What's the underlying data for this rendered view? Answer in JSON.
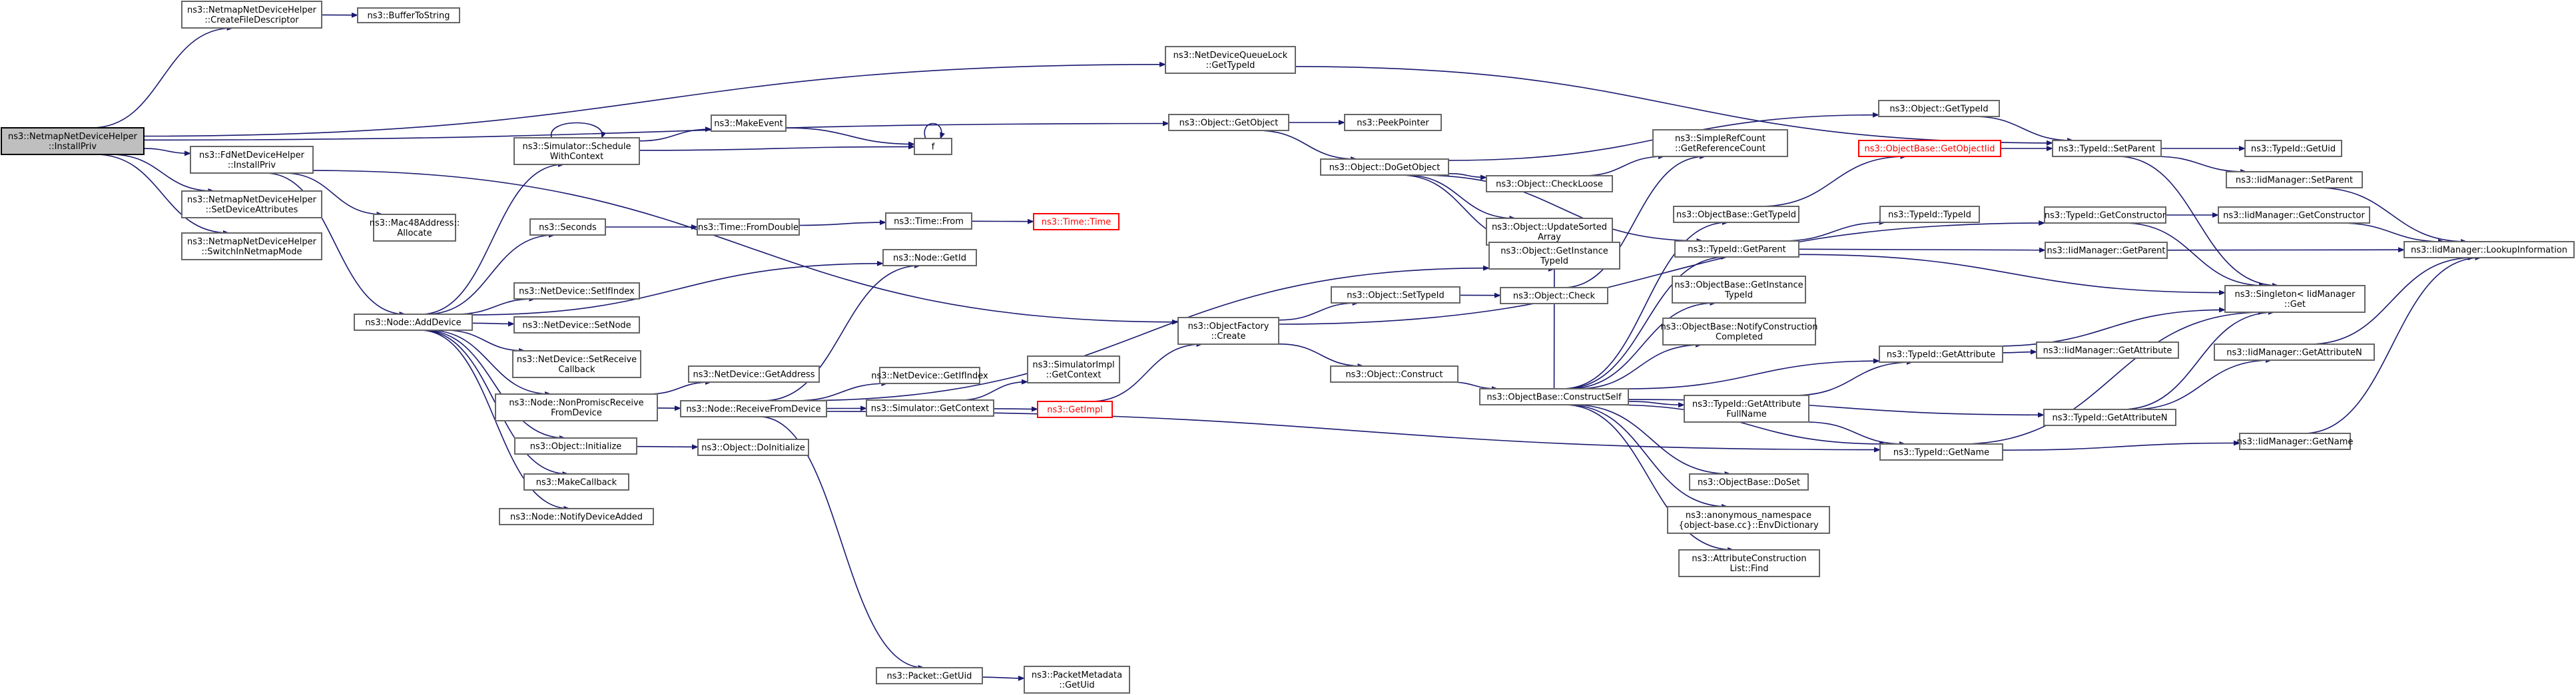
{
  "colors": {
    "edge": "#191970",
    "node_border": "#666666",
    "root_fill": "#bfbfbf",
    "incomplete_border": "#ff0000"
  },
  "nodes": [
    {
      "id": "root",
      "lines": [
        "ns3::NetmapNetDeviceHelper",
        "::InstallPriv"
      ],
      "style": "root"
    },
    {
      "id": "createfd",
      "lines": [
        "ns3::NetmapNetDeviceHelper",
        "::CreateFileDescriptor"
      ]
    },
    {
      "id": "buf2str",
      "lines": [
        "ns3::BufferToString"
      ]
    },
    {
      "id": "fdinstall",
      "lines": [
        "ns3::FdNetDeviceHelper",
        "::InstallPriv"
      ]
    },
    {
      "id": "setdevattr",
      "lines": [
        "ns3::NetmapNetDeviceHelper",
        "::SetDeviceAttributes"
      ]
    },
    {
      "id": "switchnm",
      "lines": [
        "ns3::NetmapNetDeviceHelper",
        "::SwitchInNetmapMode"
      ]
    },
    {
      "id": "mac48",
      "lines": [
        "ns3::Mac48Address::",
        "Allocate"
      ]
    },
    {
      "id": "adddev",
      "lines": [
        "ns3::Node::AddDevice"
      ]
    },
    {
      "id": "schedctx",
      "lines": [
        "ns3::Simulator::Schedule",
        "WithContext"
      ]
    },
    {
      "id": "makeevent",
      "lines": [
        "ns3::MakeEvent"
      ]
    },
    {
      "id": "f",
      "lines": [
        "f"
      ]
    },
    {
      "id": "seconds",
      "lines": [
        "ns3::Seconds"
      ]
    },
    {
      "id": "fromdouble",
      "lines": [
        "ns3::Time::FromDouble"
      ]
    },
    {
      "id": "timefrom",
      "lines": [
        "ns3::Time::From"
      ]
    },
    {
      "id": "timetime",
      "lines": [
        "ns3::Time::Time"
      ],
      "style": "red"
    },
    {
      "id": "getid",
      "lines": [
        "ns3::Node::GetId"
      ]
    },
    {
      "id": "setifidx",
      "lines": [
        "ns3::NetDevice::SetIfIndex"
      ]
    },
    {
      "id": "setnode",
      "lines": [
        "ns3::NetDevice::SetNode"
      ]
    },
    {
      "id": "setrecv",
      "lines": [
        "ns3::NetDevice::SetReceive",
        "Callback"
      ]
    },
    {
      "id": "nonprom",
      "lines": [
        "ns3::Node::NonPromiscReceive",
        "FromDevice"
      ]
    },
    {
      "id": "recvfrom",
      "lines": [
        "ns3::Node::ReceiveFromDevice"
      ]
    },
    {
      "id": "getaddr",
      "lines": [
        "ns3::NetDevice::GetAddress"
      ]
    },
    {
      "id": "getifidx",
      "lines": [
        "ns3::NetDevice::GetIfIndex"
      ]
    },
    {
      "id": "simctx",
      "lines": [
        "ns3::Simulator::GetContext"
      ]
    },
    {
      "id": "implctx",
      "lines": [
        "ns3::SimulatorImpl",
        "::GetContext"
      ]
    },
    {
      "id": "getimpl",
      "lines": [
        "ns3::GetImpl"
      ],
      "style": "red"
    },
    {
      "id": "objinit",
      "lines": [
        "ns3::Object::Initialize"
      ]
    },
    {
      "id": "doinit",
      "lines": [
        "ns3::Object::DoInitialize"
      ]
    },
    {
      "id": "makecb",
      "lines": [
        "ns3::MakeCallback"
      ]
    },
    {
      "id": "notifyadded",
      "lines": [
        "ns3::Node::NotifyDeviceAdded"
      ]
    },
    {
      "id": "pktgetuid",
      "lines": [
        "ns3::Packet::GetUid"
      ]
    },
    {
      "id": "pmdgetuid",
      "lines": [
        "ns3::PacketMetadata",
        "::GetUid"
      ]
    },
    {
      "id": "ndqlock",
      "lines": [
        "ns3::NetDeviceQueueLock",
        "::GetTypeId"
      ]
    },
    {
      "id": "getobject",
      "lines": [
        "ns3::Object::GetObject"
      ]
    },
    {
      "id": "peekptr",
      "lines": [
        "ns3::PeekPointer"
      ]
    },
    {
      "id": "dogetobj",
      "lines": [
        "ns3::Object::DoGetObject"
      ]
    },
    {
      "id": "objgettid",
      "lines": [
        "ns3::Object::GetTypeId"
      ]
    },
    {
      "id": "checkloose",
      "lines": [
        "ns3::Object::CheckLoose"
      ]
    },
    {
      "id": "srcount",
      "lines": [
        "ns3::SimpleRefCount",
        "::GetReferenceCount"
      ]
    },
    {
      "id": "updsorted",
      "lines": [
        "ns3::Object::UpdateSorted",
        "Array"
      ]
    },
    {
      "id": "getinsttid",
      "lines": [
        "ns3::Object::GetInstance",
        "TypeId"
      ]
    },
    {
      "id": "objfactory",
      "lines": [
        "ns3::ObjectFactory",
        "::Create"
      ]
    },
    {
      "id": "settid",
      "lines": [
        "ns3::Object::SetTypeId"
      ]
    },
    {
      "id": "objcheck",
      "lines": [
        "ns3::Object::Check"
      ]
    },
    {
      "id": "construct",
      "lines": [
        "ns3::Object::Construct"
      ]
    },
    {
      "id": "constructself",
      "lines": [
        "ns3::ObjectBase::ConstructSelf"
      ]
    },
    {
      "id": "obgettid",
      "lines": [
        "ns3::ObjectBase::GetTypeId"
      ]
    },
    {
      "id": "obgetobjtid",
      "lines": [
        "ns3::ObjectBase::GetObjectIid"
      ],
      "style": "red"
    },
    {
      "id": "tidgetparent",
      "lines": [
        "ns3::TypeId::GetParent"
      ]
    },
    {
      "id": "tidtypeid",
      "lines": [
        "ns3::TypeId::TypeId"
      ]
    },
    {
      "id": "obgetinst",
      "lines": [
        "ns3::ObjectBase::GetInstance",
        "TypeId"
      ]
    },
    {
      "id": "notifycc",
      "lines": [
        "ns3::ObjectBase::NotifyConstruction",
        "Completed"
      ]
    },
    {
      "id": "tidgetattr",
      "lines": [
        "ns3::TypeId::GetAttribute"
      ]
    },
    {
      "id": "tidgetattrfull",
      "lines": [
        "ns3::TypeId::GetAttribute",
        "FullName"
      ]
    },
    {
      "id": "tidgetname",
      "lines": [
        "ns3::TypeId::GetName"
      ]
    },
    {
      "id": "obdoset",
      "lines": [
        "ns3::ObjectBase::DoSet"
      ]
    },
    {
      "id": "envdict",
      "lines": [
        "ns3::anonymous_namespace",
        "{object-base.cc}::EnvDictionary"
      ]
    },
    {
      "id": "attrcl",
      "lines": [
        "ns3::AttributeConstruction",
        "List::Find"
      ]
    },
    {
      "id": "tidsetparent",
      "lines": [
        "ns3::TypeId::SetParent"
      ]
    },
    {
      "id": "tidgetuid",
      "lines": [
        "ns3::TypeId::GetUid"
      ]
    },
    {
      "id": "imsetparent",
      "lines": [
        "ns3::IidManager::SetParent"
      ]
    },
    {
      "id": "tidgetctor",
      "lines": [
        "ns3::TypeId::GetConstructor"
      ]
    },
    {
      "id": "imgetctor",
      "lines": [
        "ns3::IidManager::GetConstructor"
      ]
    },
    {
      "id": "imgetparent",
      "lines": [
        "ns3::IidManager::GetParent"
      ]
    },
    {
      "id": "singleton",
      "lines": [
        "ns3::Singleton< IidManager",
        "::Get"
      ]
    },
    {
      "id": "imgetattr",
      "lines": [
        "ns3::IidManager::GetAttribute"
      ]
    },
    {
      "id": "tidgetattrn",
      "lines": [
        "ns3::TypeId::GetAttributeN"
      ]
    },
    {
      "id": "imgetattrn",
      "lines": [
        "ns3::IidManager::GetAttributeN"
      ]
    },
    {
      "id": "imgetname",
      "lines": [
        "ns3::IidManager::GetName"
      ]
    },
    {
      "id": "imlookup",
      "lines": [
        "ns3::IidManager::LookupInformation"
      ]
    }
  ],
  "edges": [
    [
      "root",
      "createfd"
    ],
    [
      "createfd",
      "buf2str"
    ],
    [
      "root",
      "fdinstall"
    ],
    [
      "root",
      "setdevattr"
    ],
    [
      "root",
      "switchnm"
    ],
    [
      "root",
      "ndqlock"
    ],
    [
      "root",
      "getobject"
    ],
    [
      "fdinstall",
      "mac48"
    ],
    [
      "fdinstall",
      "adddev"
    ],
    [
      "fdinstall",
      "objfactory"
    ],
    [
      "adddev",
      "schedctx"
    ],
    [
      "adddev",
      "seconds"
    ],
    [
      "adddev",
      "getid"
    ],
    [
      "adddev",
      "setifidx"
    ],
    [
      "adddev",
      "setnode"
    ],
    [
      "adddev",
      "setrecv"
    ],
    [
      "adddev",
      "nonprom"
    ],
    [
      "adddev",
      "objinit"
    ],
    [
      "adddev",
      "makecb"
    ],
    [
      "adddev",
      "notifyadded"
    ],
    [
      "schedctx",
      "schedctx"
    ],
    [
      "schedctx",
      "makeevent"
    ],
    [
      "schedctx",
      "f"
    ],
    [
      "makeevent",
      "f"
    ],
    [
      "f",
      "f"
    ],
    [
      "seconds",
      "fromdouble"
    ],
    [
      "fromdouble",
      "timefrom"
    ],
    [
      "timefrom",
      "timetime"
    ],
    [
      "nonprom",
      "getaddr"
    ],
    [
      "nonprom",
      "recvfrom"
    ],
    [
      "recvfrom",
      "getid"
    ],
    [
      "recvfrom",
      "getinsttid"
    ],
    [
      "recvfrom",
      "getifidx"
    ],
    [
      "recvfrom",
      "simctx"
    ],
    [
      "recvfrom",
      "pktgetuid"
    ],
    [
      "recvfrom",
      "tidgetname"
    ],
    [
      "simctx",
      "implctx"
    ],
    [
      "simctx",
      "getimpl"
    ],
    [
      "getimpl",
      "objfactory"
    ],
    [
      "objinit",
      "doinit"
    ],
    [
      "pktgetuid",
      "pmdgetuid"
    ],
    [
      "ndqlock",
      "tidsetparent"
    ],
    [
      "getobject",
      "peekptr"
    ],
    [
      "getobject",
      "dogetobj"
    ],
    [
      "dogetobj",
      "objgettid"
    ],
    [
      "dogetobj",
      "checkloose"
    ],
    [
      "dogetobj",
      "updsorted"
    ],
    [
      "dogetobj",
      "getinsttid"
    ],
    [
      "dogetobj",
      "tidgetparent"
    ],
    [
      "checkloose",
      "srcount"
    ],
    [
      "objfactory",
      "settid"
    ],
    [
      "objfactory",
      "construct"
    ],
    [
      "objfactory",
      "tidgetctor"
    ],
    [
      "settid",
      "objcheck"
    ],
    [
      "objcheck",
      "srcount"
    ],
    [
      "construct",
      "constructself"
    ],
    [
      "constructself",
      "obgettid"
    ],
    [
      "constructself",
      "tidgetparent"
    ],
    [
      "constructself",
      "obgetinst"
    ],
    [
      "constructself",
      "notifycc"
    ],
    [
      "constructself",
      "tidgetattr"
    ],
    [
      "constructself",
      "tidgetattrfull"
    ],
    [
      "constructself",
      "tidgetname"
    ],
    [
      "constructself",
      "obdoset"
    ],
    [
      "constructself",
      "envdict"
    ],
    [
      "constructself",
      "attrcl"
    ],
    [
      "constructself",
      "tidgetattrn"
    ],
    [
      "constructself",
      "getinsttid"
    ],
    [
      "obgettid",
      "obgetobjtid"
    ],
    [
      "obgetobjtid",
      "tidsetparent"
    ],
    [
      "tidgetparent",
      "tidtypeid"
    ],
    [
      "tidgetparent",
      "imgetparent"
    ],
    [
      "tidgetparent",
      "singleton"
    ],
    [
      "tidgetattr",
      "imgetattr"
    ],
    [
      "tidgetattr",
      "singleton"
    ],
    [
      "tidgetattrfull",
      "tidgetattr"
    ],
    [
      "tidgetattrfull",
      "tidgetname"
    ],
    [
      "tidgetname",
      "imgetname"
    ],
    [
      "tidgetname",
      "singleton"
    ],
    [
      "objgettid",
      "tidsetparent"
    ],
    [
      "tidsetparent",
      "tidgetuid"
    ],
    [
      "tidsetparent",
      "imsetparent"
    ],
    [
      "tidsetparent",
      "singleton"
    ],
    [
      "imsetparent",
      "imlookup"
    ],
    [
      "tidgetctor",
      "imgetctor"
    ],
    [
      "tidgetctor",
      "singleton"
    ],
    [
      "imgetctor",
      "imlookup"
    ],
    [
      "imgetparent",
      "imlookup"
    ],
    [
      "tidgetattrn",
      "imgetattrn"
    ],
    [
      "tidgetattrn",
      "singleton"
    ],
    [
      "imgetattrn",
      "imlookup"
    ],
    [
      "imgetname",
      "imlookup"
    ]
  ]
}
